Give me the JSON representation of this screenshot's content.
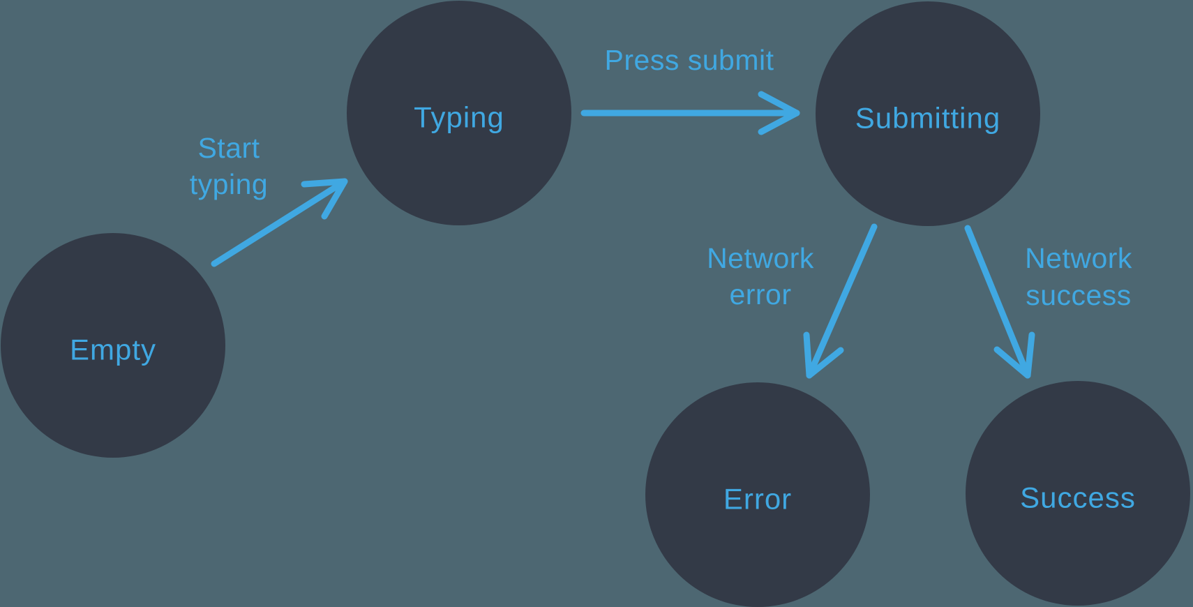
{
  "diagram_type": "state-machine",
  "colors": {
    "background": "#4D6772",
    "node_fill": "#333A47",
    "accent": "#40A8E2"
  },
  "nodes": [
    {
      "id": "empty",
      "label": "Empty"
    },
    {
      "id": "typing",
      "label": "Typing"
    },
    {
      "id": "submitting",
      "label": "Submitting"
    },
    {
      "id": "error",
      "label": "Error"
    },
    {
      "id": "success",
      "label": "Success"
    }
  ],
  "edges": [
    {
      "from": "empty",
      "to": "typing",
      "label": "Start typing",
      "lines": [
        "Start",
        "typing"
      ]
    },
    {
      "from": "typing",
      "to": "submitting",
      "label": "Press submit",
      "lines": [
        "Press submit"
      ]
    },
    {
      "from": "submitting",
      "to": "error",
      "label": "Network error",
      "lines": [
        "Network",
        "error"
      ]
    },
    {
      "from": "submitting",
      "to": "success",
      "label": "Network success",
      "lines": [
        "Network",
        "success"
      ]
    }
  ]
}
